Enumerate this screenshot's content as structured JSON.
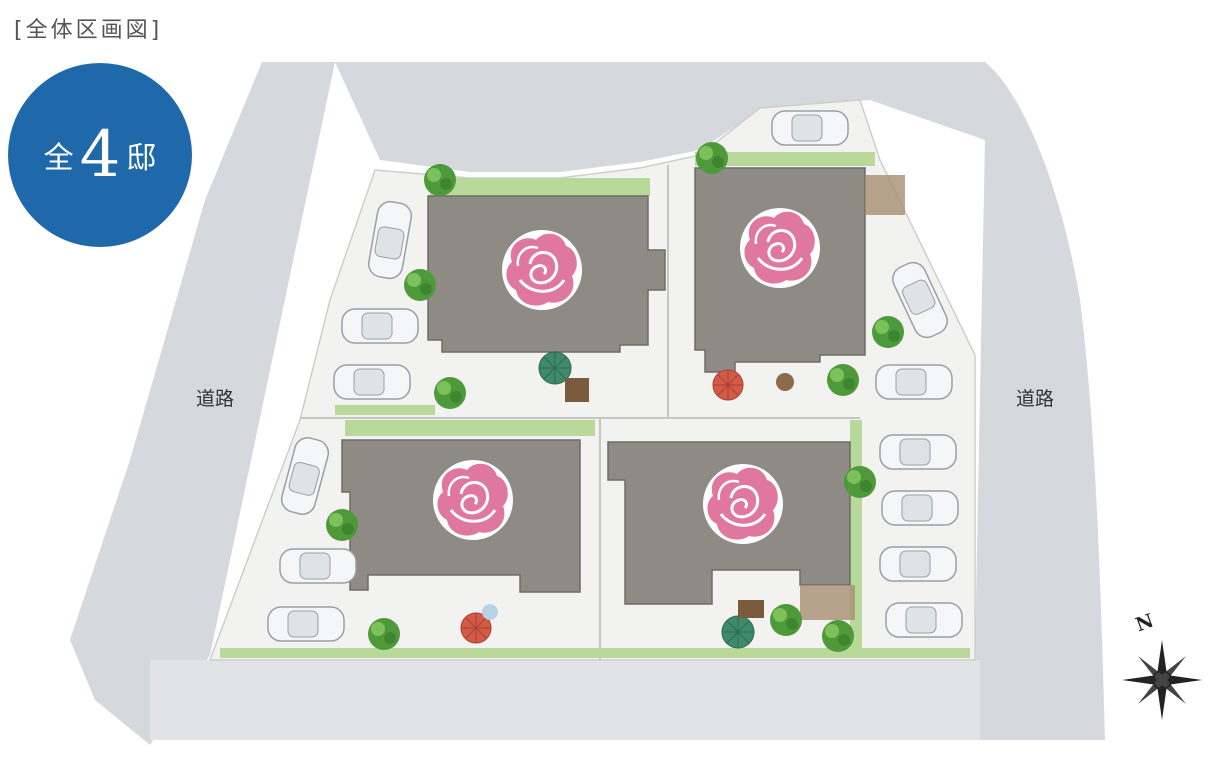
{
  "header": {
    "title": "[全体区画図]"
  },
  "badge": {
    "prefix": "全",
    "number": "4",
    "suffix": "邸"
  },
  "roads": {
    "west_label": "道路",
    "east_label": "道路"
  },
  "compass": {
    "north_label": "N"
  },
  "colors": {
    "road": "#d5d8dc",
    "badge": "#1f69aa",
    "house_roof": "#8e8b85",
    "rose": "#e0779f",
    "grass": "#b9d99a",
    "ground": "#f2f2f0"
  },
  "houses": [
    {
      "icon": "rose-icon"
    },
    {
      "icon": "rose-icon"
    },
    {
      "icon": "rose-icon"
    },
    {
      "icon": "rose-icon"
    }
  ]
}
